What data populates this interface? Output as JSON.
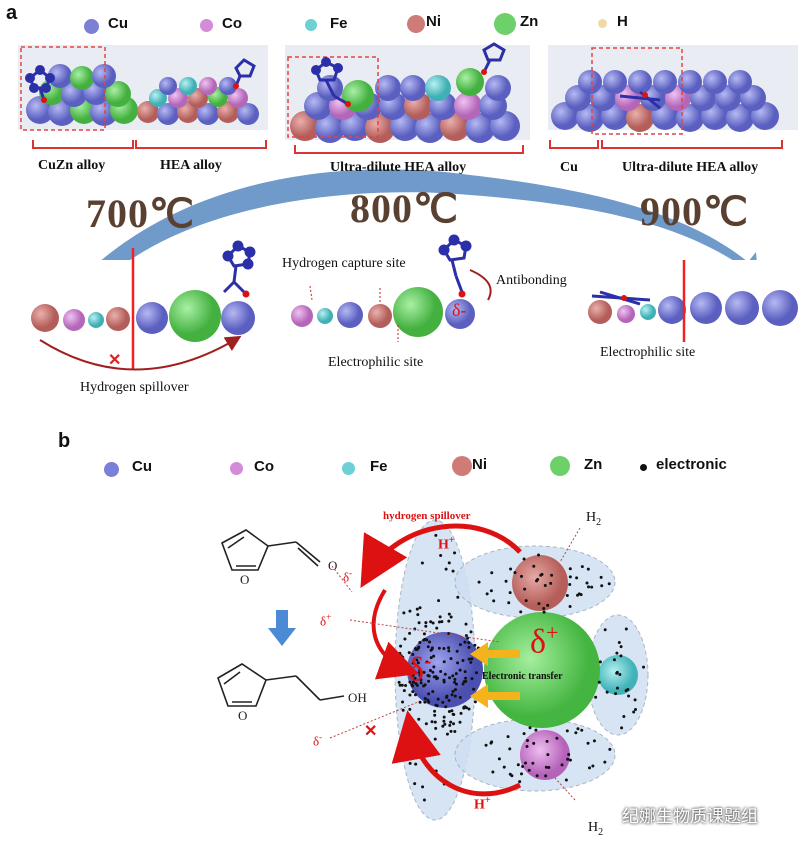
{
  "panel_a": {
    "letter": "a",
    "legend": [
      {
        "label": "Cu",
        "color": "#7b7fd6"
      },
      {
        "label": "Co",
        "color": "#d48bd8"
      },
      {
        "label": "Fe",
        "color": "#6cd0d4"
      },
      {
        "label": "Ni",
        "color": "#cf7c78"
      },
      {
        "label": "Zn",
        "color": "#6ed06a"
      },
      {
        "label": "H",
        "color": "#f0d9a4"
      }
    ],
    "brackets": {
      "cuzn": "CuZn alloy",
      "hea": "HEA alloy",
      "ultra1": "Ultra-dilute HEA alloy",
      "cu": "Cu",
      "ultra2": "Ultra-dilute HEA alloy"
    },
    "temps": [
      "700℃",
      "800℃",
      "900℃"
    ],
    "annotations": {
      "h_spillover": "Hydrogen spillover",
      "h_capture": "Hydrogen capture site",
      "antibonding": "Antibonding",
      "electrophilic1": "Electrophilic site",
      "electrophilic2": "Electrophilic site",
      "delta_minus": "δ-"
    }
  },
  "panel_b": {
    "letter": "b",
    "legend": [
      {
        "label": "Cu",
        "color": "#7b7fd6"
      },
      {
        "label": "Co",
        "color": "#d48bd8"
      },
      {
        "label": "Fe",
        "color": "#6cd0d4"
      },
      {
        "label": "Ni",
        "color": "#cf7c78"
      },
      {
        "label": "Zn",
        "color": "#6ed06a"
      },
      {
        "label": "electronic",
        "color": "#111111"
      }
    ],
    "labels": {
      "h_spillover": "hydrogen spillover",
      "h2_top": "H2",
      "h2_bottom": "H2",
      "h_plus_top": "H+",
      "h_plus_bottom": "H+",
      "delta_plus": "δ+",
      "delta_minus": "δ-",
      "electronic_transfer": "Electronic transfer",
      "oh": "OH",
      "o": "O",
      "delta_minus_small": "δ-",
      "delta_plus_small": "δ+",
      "delta_minus_bottom": "δ-"
    }
  },
  "watermark": "纪娜生物质课题组"
}
